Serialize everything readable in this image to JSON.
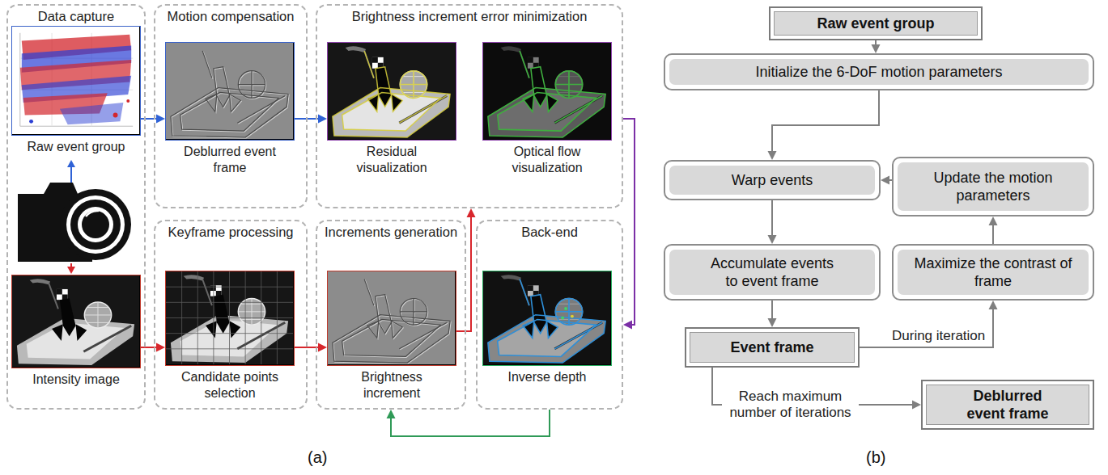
{
  "diagram": {
    "nodes": [
      {
        "text": [
          "Data capture"
        ]
      },
      {
        "text": [
          "Raw event group"
        ],
        "in": 0
      },
      {
        "text": [
          "Intensity image"
        ],
        "in": 0
      },
      {
        "text": [
          "Motion compensation"
        ]
      },
      {
        "text": [
          "Deblurred event frame"
        ],
        "in": 3
      },
      {
        "text": [
          "Brightness increment error minimization"
        ]
      },
      {
        "text": [
          "Residual visualization"
        ],
        "in": 5
      },
      {
        "text": [
          "Optical flow visualization"
        ],
        "in": 5
      },
      {
        "text": [
          "Keyframe processing"
        ]
      },
      {
        "text": [
          "Candidate points selection"
        ],
        "in": 8
      },
      {
        "text": [
          "Increments generation"
        ]
      },
      {
        "text": [
          "Brightness increment"
        ],
        "in": 10
      },
      {
        "text": [
          "Back-end"
        ]
      },
      {
        "text": [
          "Inverse depth"
        ],
        "in": 12
      },
      {
        "text": [
          "Raw event group"
        ]
      },
      {
        "text": [
          "Initialize the 6-DoF motion parameters"
        ]
      },
      {
        "text": [
          "Warp events"
        ]
      },
      {
        "text": [
          "Update the motion parameters"
        ]
      },
      {
        "text": [
          "Accumulate events to event frame"
        ]
      },
      {
        "text": [
          "Maximize the contrast of frame"
        ]
      },
      {
        "text": [
          "Event frame"
        ]
      },
      {
        "text": [
          "Deblurred event frame"
        ]
      }
    ],
    "edges": [
      {
        "from": 1,
        "to": 4,
        "arrow": "to"
      },
      {
        "from": 4,
        "to": 6,
        "arrow": "to"
      },
      {
        "from": 2,
        "to": 9,
        "arrow": "to"
      },
      {
        "from": 9,
        "to": 11,
        "arrow": "to"
      },
      {
        "from": 11,
        "to": 5,
        "arrow": "to"
      },
      {
        "from": 5,
        "to": 12,
        "arrow": "to"
      },
      {
        "from": 12,
        "to": 10,
        "arrow": "to"
      },
      {
        "from": 14,
        "to": 15,
        "arrow": "to"
      },
      {
        "from": 15,
        "to": 16,
        "arrow": "to"
      },
      {
        "from": 16,
        "to": 18,
        "arrow": "to"
      },
      {
        "from": 18,
        "to": 20,
        "arrow": "to"
      },
      {
        "from": 20,
        "to": 19,
        "label": "During iteration",
        "arrow": "to"
      },
      {
        "from": 19,
        "to": 17,
        "arrow": "to"
      },
      {
        "from": 17,
        "to": 16,
        "arrow": "to"
      },
      {
        "from": 20,
        "to": 21,
        "label": "Reach maximum number of iterations",
        "arrow": "to"
      }
    ],
    "labels": [
      "(a)",
      "(b)"
    ]
  }
}
